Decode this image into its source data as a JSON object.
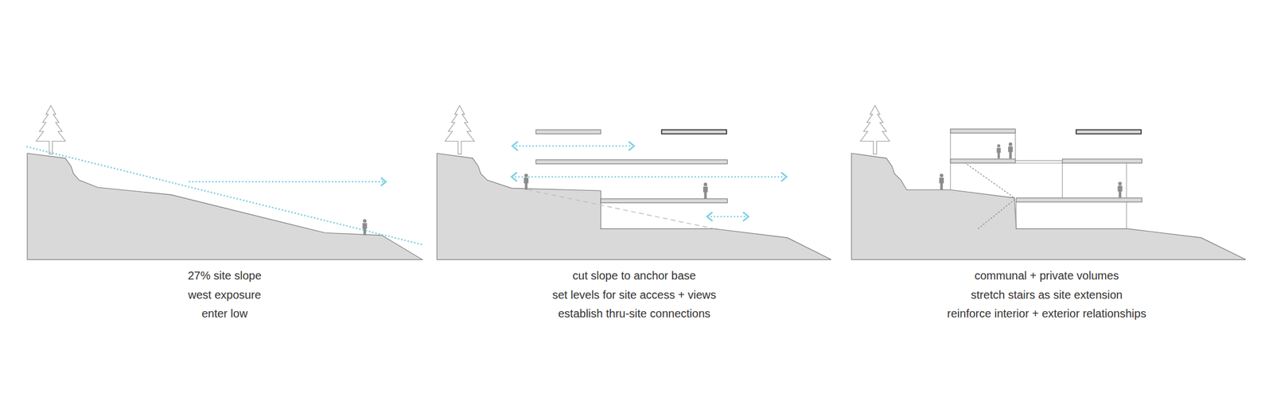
{
  "diagram": {
    "labels": [
      "27% site slope",
      "west exposure",
      "enter low",
      "cut slope to anchor base",
      "set levels for site access + views",
      "establish thru-site connections",
      "communal + private volumes",
      "stretch stairs as site extension",
      "reinforce interior + exterior relationships"
    ]
  }
}
